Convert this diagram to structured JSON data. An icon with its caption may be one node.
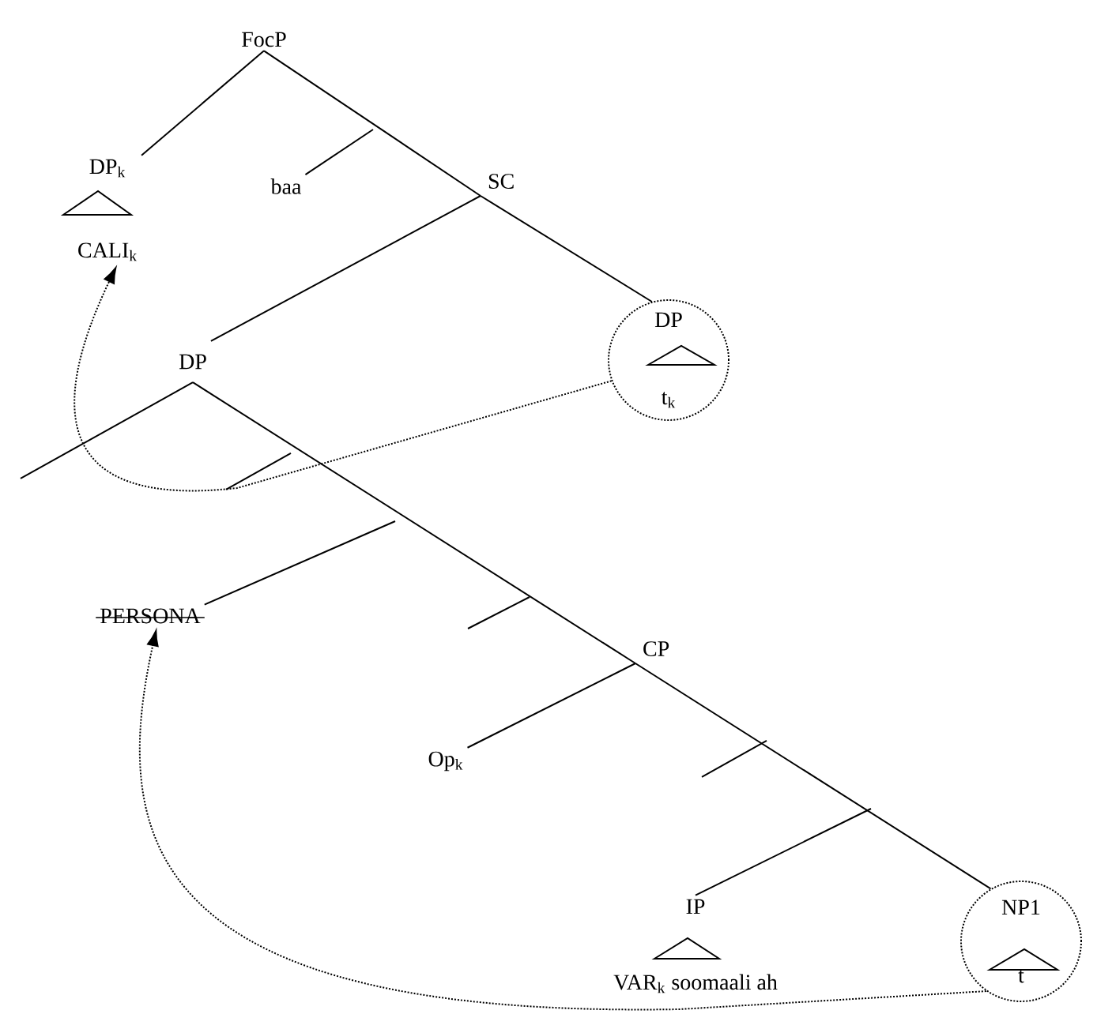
{
  "diagram": {
    "nodes": [
      {
        "text": [
          "FocP"
        ]
      },
      {
        "text": [
          "DP$_{k}$",
          "CALI$_{k}$"
        ]
      },
      {
        "text": [
          "baa"
        ]
      },
      {
        "text": [
          "SC"
        ]
      },
      {
        "text": [
          "DP",
          "t$_{k}$"
        ]
      },
      {
        "text": [
          "DP"
        ]
      },
      {
        "text": [
          "PERSONA"
        ]
      },
      {
        "text": [
          "CP"
        ]
      },
      {
        "text": [
          "Op$_{k}$"
        ]
      },
      {
        "text": [
          "IP",
          "VAR$_{k}$ soomaali ah"
        ]
      },
      {
        "text": [
          "NP1",
          "t"
        ]
      }
    ],
    "edges": [
      {
        "from": 4,
        "to": 1,
        "arrow": "to",
        "style": "dashed"
      },
      {
        "from": 10,
        "to": 6,
        "arrow": "to",
        "style": "dashed"
      },
      {
        "from": 0,
        "to": 1,
        "arrow": "none"
      },
      {
        "from": 0,
        "to": 3,
        "arrow": "none"
      },
      {
        "from": null,
        "to": 2,
        "arrow": "none"
      },
      {
        "from": 3,
        "to": 5,
        "arrow": "none"
      },
      {
        "from": 3,
        "to": 4,
        "arrow": "none"
      },
      {
        "from": 5,
        "to": null,
        "arrow": "none"
      },
      {
        "from": 5,
        "to": 7,
        "arrow": "none"
      },
      {
        "from": null,
        "to": 6,
        "arrow": "none"
      },
      {
        "from": 7,
        "to": 8,
        "arrow": "none"
      },
      {
        "from": 7,
        "to": 10,
        "arrow": "none"
      },
      {
        "from": null,
        "to": 9,
        "arrow": "none"
      }
    ]
  }
}
